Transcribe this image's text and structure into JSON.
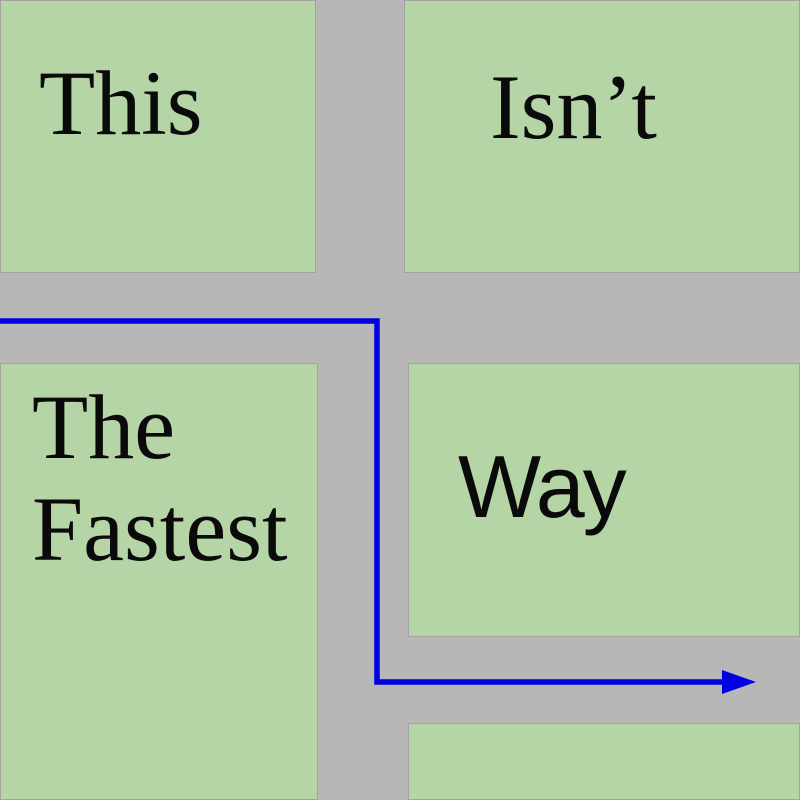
{
  "colors": {
    "block_green": "#b6d5a7",
    "road_gray": "#b7b7b7",
    "block_border": "#a3a3a3",
    "route_blue": "#0000e2",
    "label_black": "#0a0a0a"
  },
  "blocks": [
    {
      "name": "block-this",
      "label": "This"
    },
    {
      "name": "block-isnt",
      "label": "Isn’t"
    },
    {
      "name": "block-the-fastest",
      "label": "The Fastest"
    },
    {
      "name": "block-way",
      "label": "Way"
    },
    {
      "name": "block-bottom-right",
      "label": ""
    }
  ],
  "route": {
    "arrow_color": "#0000e2"
  }
}
